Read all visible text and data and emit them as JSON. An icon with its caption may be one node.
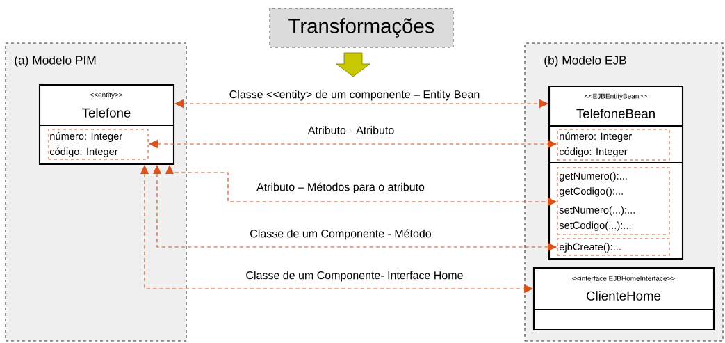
{
  "diagram": {
    "nodes": [
      {
        "text": [
          "Transformações"
        ]
      },
      {
        "text": [
          "(a) Modelo PIM"
        ]
      },
      {
        "text": [
          "<<entity>>",
          "Telefone"
        ],
        "in": 1
      },
      {
        "text": [
          "número: Integer",
          "código: Integer"
        ],
        "in": 2
      },
      {
        "text": [
          "(b) Modelo EJB"
        ]
      },
      {
        "text": [
          "<<EJBEntityBean>>",
          "TelefoneBean"
        ],
        "in": 4
      },
      {
        "text": [
          "número: Integer",
          "código: Integer"
        ],
        "in": 5
      },
      {
        "text": [
          "getNumero():...",
          "getCodigo():...",
          "setNumero(...):...",
          "setCodigo(...):..."
        ],
        "in": 5
      },
      {
        "text": [
          "ejbCreate():..."
        ],
        "in": 5
      },
      {
        "text": [
          "<<interface EJBHomeInterface>>",
          "ClienteHome"
        ],
        "in": 4
      }
    ],
    "edges": [
      {
        "from": 2,
        "to": 5,
        "arrow": "both",
        "label": "Classe <<entity> de um componente – Entity Bean",
        "style": "dashed",
        "color": "#d9531e"
      },
      {
        "from": 3,
        "to": 6,
        "arrow": "both",
        "label": "Atributo - Atributo",
        "style": "dashed",
        "color": "#d9531e"
      },
      {
        "from": 2,
        "to": 7,
        "arrow": "both",
        "label": "Atributo – Métodos para o atributo",
        "style": "dashed",
        "color": "#d9531e"
      },
      {
        "from": 2,
        "to": 8,
        "arrow": "both",
        "label": "Classe de um Componente - Método",
        "style": "dashed",
        "color": "#d9531e"
      },
      {
        "from": 2,
        "to": 9,
        "arrow": "both",
        "label": "Classe de um Componente- Interface Home",
        "style": "dashed",
        "color": "#d9531e"
      }
    ]
  }
}
